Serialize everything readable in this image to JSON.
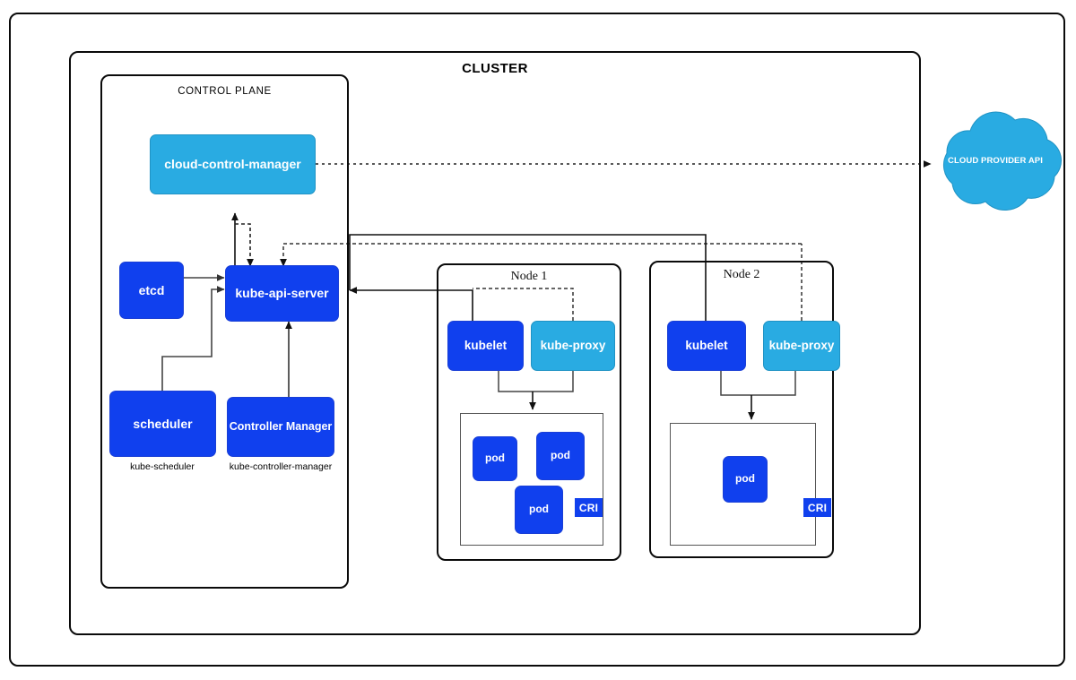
{
  "diagram": {
    "title": "CLUSTER",
    "colors": {
      "dark_blue": "#1040ee",
      "light_blue": "#29abe2",
      "border": "#0a0a0a",
      "inner_border": "#555555",
      "background": "#ffffff"
    }
  },
  "control_plane": {
    "title": "CONTROL PLANE",
    "components": {
      "cloud_control_manager": "cloud-control-manager",
      "kube_api_server": "kube-api-server",
      "etcd": "etcd",
      "scheduler": "scheduler",
      "controller_manager": "Controller Manager"
    },
    "sub_labels": {
      "scheduler": "kube-scheduler",
      "controller_manager": "kube-controller-manager"
    }
  },
  "nodes": [
    {
      "title": "Node 1",
      "kubelet": "kubelet",
      "kube_proxy": "kube-proxy",
      "runtime_badge": "CRI",
      "pods": [
        "pod",
        "pod",
        "pod"
      ]
    },
    {
      "title": "Node 2",
      "kubelet": "kubelet",
      "kube_proxy": "kube-proxy",
      "runtime_badge": "CRI",
      "pods": [
        "pod"
      ]
    }
  ],
  "external": {
    "cloud_provider_api": "CLOUD PROVIDER API"
  }
}
